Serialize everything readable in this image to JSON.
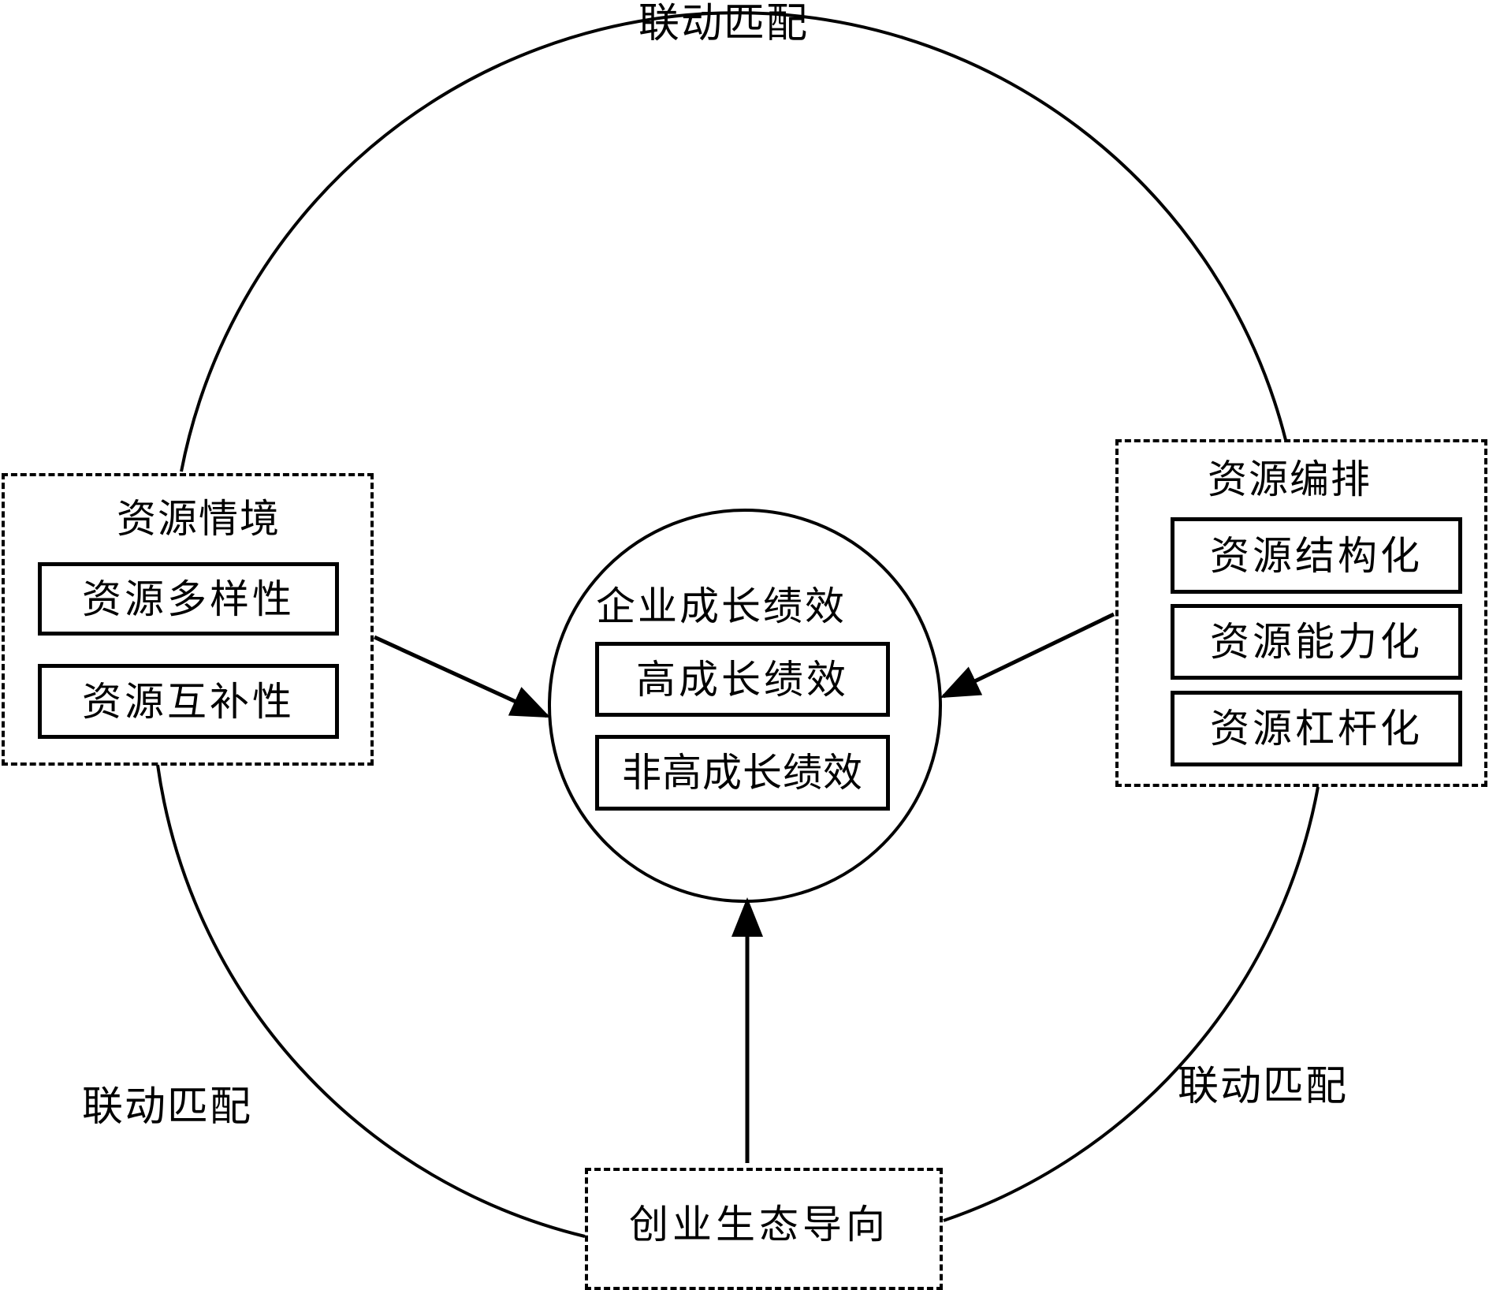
{
  "center": {
    "title": "企业成长绩效",
    "items": [
      "高成长绩效",
      "非高成长绩效"
    ]
  },
  "left_group": {
    "title": "资源情境",
    "items": [
      "资源多样性",
      "资源互补性"
    ]
  },
  "right_group": {
    "title": "资源编排",
    "items": [
      "资源结构化",
      "资源能力化",
      "资源杠杆化"
    ]
  },
  "bottom_group": {
    "title": "创业生态导向"
  },
  "cycle_labels": {
    "top": "联动匹配",
    "bottom_left": "联动匹配",
    "bottom_right": "联动匹配"
  }
}
